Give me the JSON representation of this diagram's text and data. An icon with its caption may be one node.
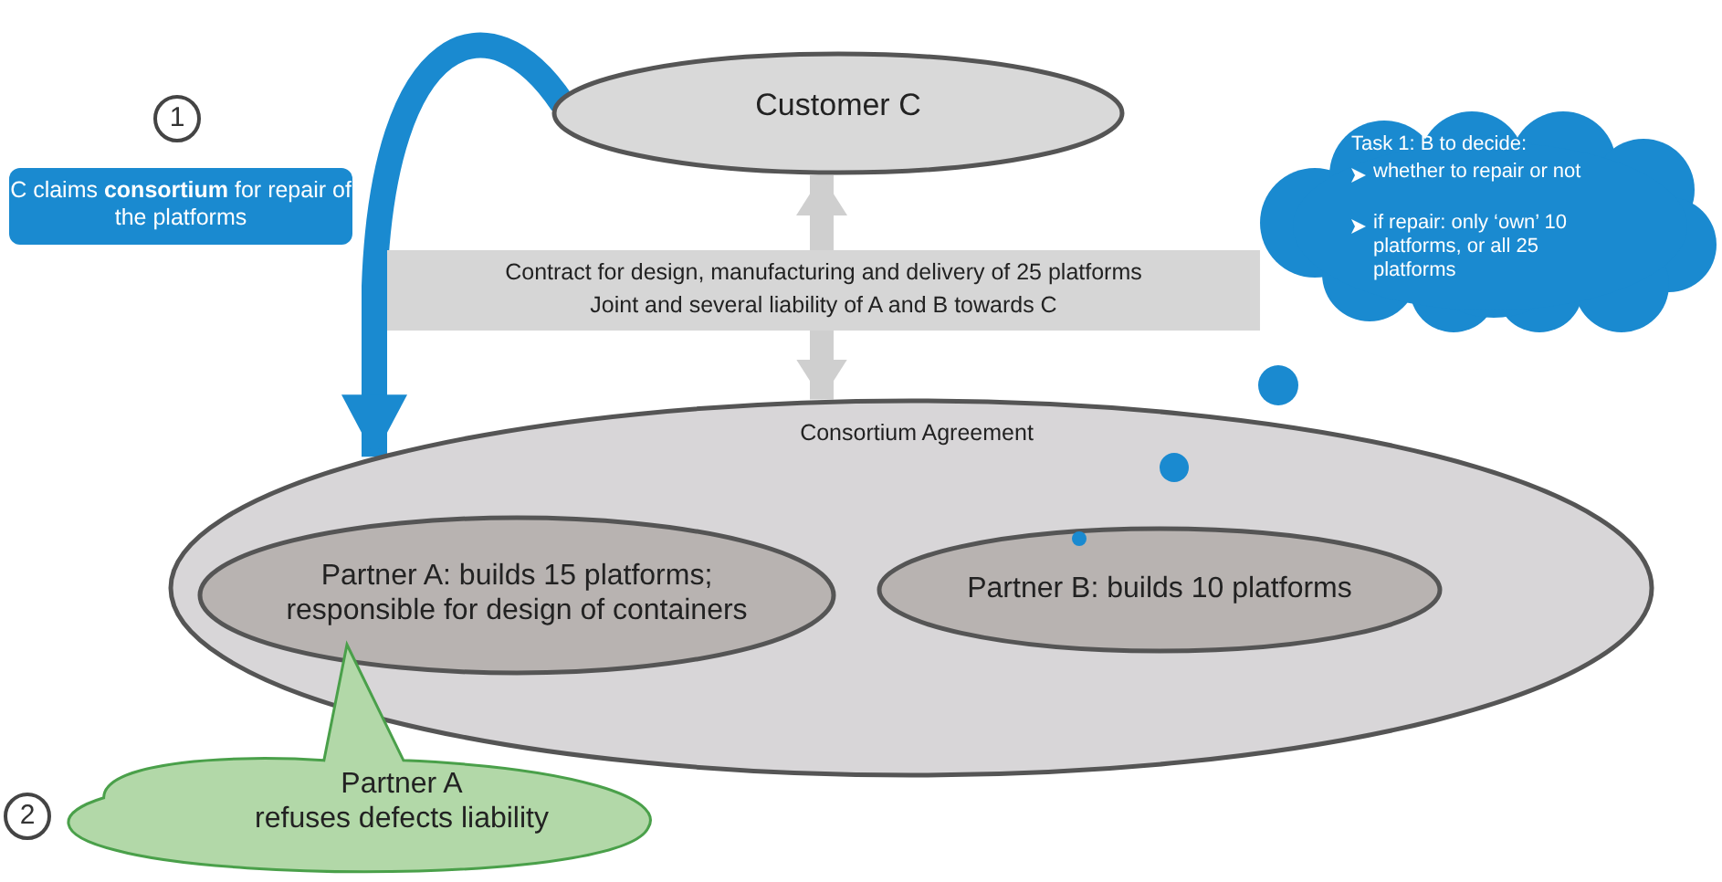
{
  "diagram": {
    "nodes": [
      {
        "text": [
          "Customer C"
        ]
      },
      {
        "text": [
          "Contract for design, manufacturing and delivery of 25 platforms",
          "Joint and several liability of A and B towards C"
        ]
      },
      {
        "text": [
          "Consortium Agreement"
        ]
      },
      {
        "text": [
          "Partner A: builds 15 platforms; responsible for design of containers"
        ],
        "in": 2
      },
      {
        "text": [
          "Partner B: builds 10 platforms"
        ],
        "in": 2
      },
      {
        "text": [
          "Task 1: B to decide:",
          "whether to repair or not",
          "if repair: only ‘own’ 10 platforms, or all 25 platforms"
        ]
      },
      {
        "text": [
          "C claims **consortium** for repair of the  platforms"
        ],
        "beside": [
          "1"
        ]
      },
      {
        "text": [
          "Partner A",
          "refuses defects liability"
        ],
        "beside": [
          "2"
        ]
      }
    ],
    "edges": [
      {
        "from": 0,
        "to": 2,
        "arrow": "to",
        "color": "#1a8ad0"
      },
      {
        "from": 1,
        "to": 0,
        "arrow": "to"
      },
      {
        "from": 1,
        "to": 2,
        "arrow": "to"
      }
    ]
  }
}
